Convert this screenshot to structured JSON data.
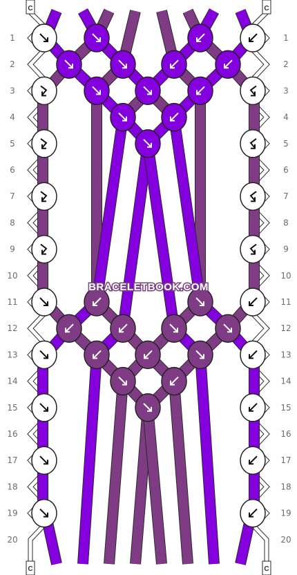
{
  "watermark": "BRACELETBOOK.COM",
  "colors": {
    "A": "#7f3c84",
    "B": "#8500de",
    "C": "#ffffff"
  },
  "strands_top": [
    "C",
    "B",
    "B",
    "A",
    "A",
    "A",
    "A",
    "B",
    "B",
    "C"
  ],
  "strands_bottom": [
    "C",
    "B",
    "B",
    "A",
    "A",
    "A",
    "A",
    "B",
    "B",
    "C"
  ],
  "rows": [
    "1",
    "2",
    "3",
    "4",
    "5",
    "6",
    "7",
    "8",
    "9",
    "10",
    "11",
    "12",
    "13",
    "14",
    "15",
    "16",
    "17",
    "18",
    "19",
    "20"
  ],
  "knot_icons": {
    "forward": "arrow-down-right-icon",
    "backward": "arrow-down-left-icon",
    "forward_backward": "forward-backward-icon",
    "backward_forward": "backward-forward-icon"
  }
}
